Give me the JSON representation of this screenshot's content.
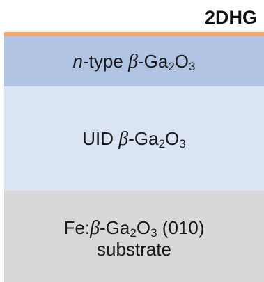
{
  "title_label": "2DHG",
  "colors": {
    "gas_layer": "#f4a96c",
    "n_type_layer": "#b1c4e4",
    "uid_layer": "#dae4f3",
    "substrate_layer": "#d8d8d8"
  },
  "layers": {
    "n_type": {
      "prefix": "n",
      "rest": "-type ",
      "beta": "β",
      "ga": "-Ga",
      "sub1": "2",
      "o": "O",
      "sub2": "3"
    },
    "uid": {
      "prefix": "UID ",
      "beta": "β",
      "ga": "-Ga",
      "sub1": "2",
      "o": "O",
      "sub2": "3"
    },
    "substrate": {
      "prefix": "Fe:",
      "beta": "β",
      "ga": "-Ga",
      "sub1": "2",
      "o": "O",
      "sub2": "3",
      "orientation": " (010)",
      "line2": "substrate"
    }
  }
}
